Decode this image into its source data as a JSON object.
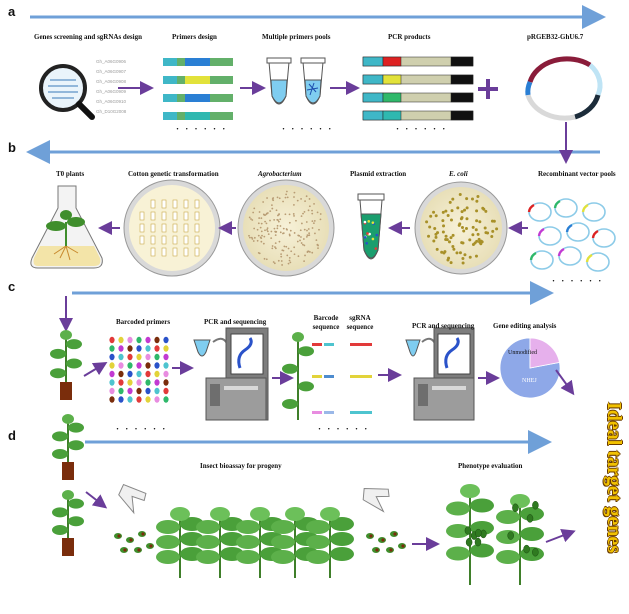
{
  "panels": {
    "a": "a",
    "b": "b",
    "c": "c",
    "d": "d"
  },
  "labels": {
    "genes_screening": "Genes screening and sgRNAs design",
    "primers_design": "Primers design",
    "multiple_primers_pools": "Multiple primers pools",
    "pcr_products": "PCR products",
    "vector": "pRGEB32-GhU6.7",
    "t0_plants": "T0 plants",
    "cotton_transformation": "Cotton genetic transformation",
    "agrobacterium": "Agrobacterium",
    "plasmid_extraction": "Plasmid extraction",
    "ecoli": "E. coli",
    "recombinant_pools": "Recombinant vector pools",
    "barcoded_primers": "Barcoded primers",
    "pcr_seq_1": "PCR and sequencing",
    "barcode_sequence": "Barcode sequence",
    "sgrna_sequence": "sgRNA sequence",
    "pcr_seq_2": "PCR and sequencing",
    "gene_editing_analysis": "Gene editing analysis",
    "unmodified": "Unmodified",
    "nhej": "NHEJ",
    "insect_bioassay": "Insect bioassay for progeny",
    "phenotype_evaluation": "Phenotype evaluation",
    "ideal_target_genes": "Ideal target genes"
  },
  "gene_ids": [
    "Gh_A06G0906",
    "Gh_A06G0907",
    "Gh_A06G0908",
    "Gh_A06G0909",
    "Gh_A06G0910",
    "Gh_D10G2008"
  ],
  "ellipsis": "· · ·   · · ·",
  "ellipsis_short": "· · ·",
  "pie": {
    "unmodified_fraction": 0.22,
    "nhej_fraction": 0.78,
    "colors": {
      "unmodified": "#e6b0ec",
      "nhej": "#8ea8e8"
    }
  },
  "colors": {
    "arrow": "#6fa0d8",
    "flow_arrow": "#6a3d9a",
    "title_text": "#f2c200"
  }
}
